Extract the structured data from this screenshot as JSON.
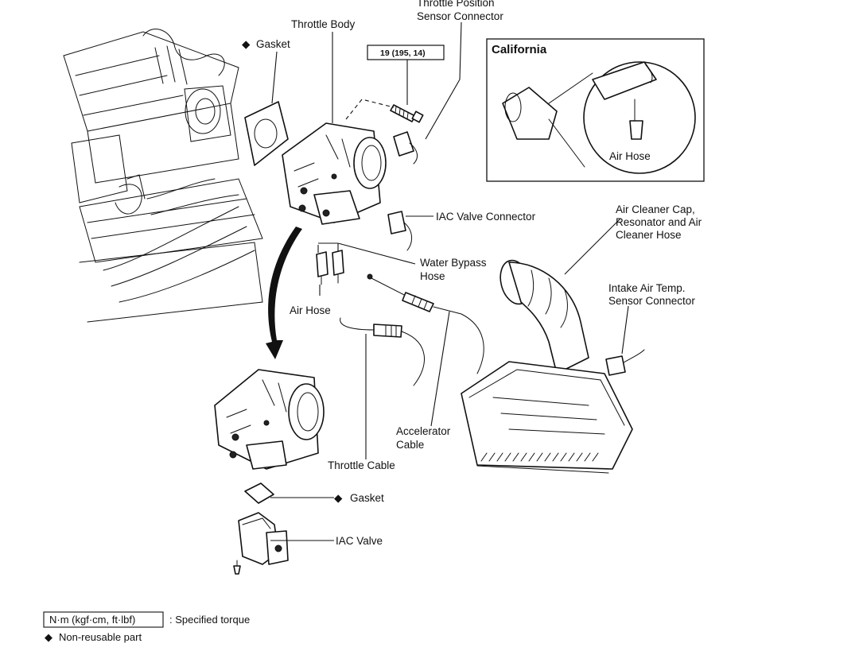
{
  "labels": {
    "throttle_position_sensor_connector": [
      "Throttle Position",
      "Sensor Connector"
    ],
    "throttle_body": "Throttle Body",
    "gasket_top": "Gasket",
    "torque_spec": "19 (195, 14)",
    "california_title": "California",
    "air_hose_inset": "Air Hose",
    "iac_valve_connector": "IAC Valve Connector",
    "air_cleaner": [
      "Air Cleaner Cap,",
      "Resonator and Air",
      "Cleaner Hose"
    ],
    "water_bypass_hose": [
      "Water Bypass",
      "Hose"
    ],
    "intake_air_temp_connector": [
      "Intake Air Temp.",
      "Sensor Connector"
    ],
    "air_hose": "Air Hose",
    "accelerator_cable": [
      "Accelerator",
      "Cable"
    ],
    "throttle_cable": "Throttle Cable",
    "gasket_bottom": "Gasket",
    "iac_valve": "IAC Valve"
  },
  "legend": {
    "torque_box": "N·m (kgf·cm, ft·lbf)",
    "torque_desc": ": Specified torque",
    "nonreusable_desc": "Non-reusable part"
  },
  "symbols": {
    "nonreusable_marker": "◆"
  }
}
